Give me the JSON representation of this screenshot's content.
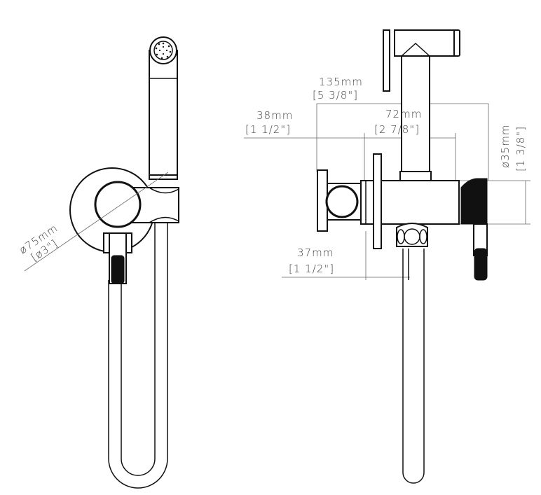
{
  "dimensions": {
    "diameter_plate": {
      "mm": "ø75mm",
      "inch": "[ø3\"]"
    },
    "total_depth": {
      "mm": "135mm",
      "inch": "[5 3/8\"]"
    },
    "bracket_depth": {
      "mm": "38mm",
      "inch": "[1 1/2\"]"
    },
    "body_length": {
      "mm": "72mm",
      "inch": "[2 7/8\"]"
    },
    "body_diameter": {
      "mm": "ø35mm",
      "inch": "[1 3/8\"]"
    },
    "flange_offset": {
      "mm": "37mm",
      "inch": "[1 1/2\"]"
    }
  },
  "colors": {
    "line": "#111111",
    "dimension": "#666666"
  }
}
